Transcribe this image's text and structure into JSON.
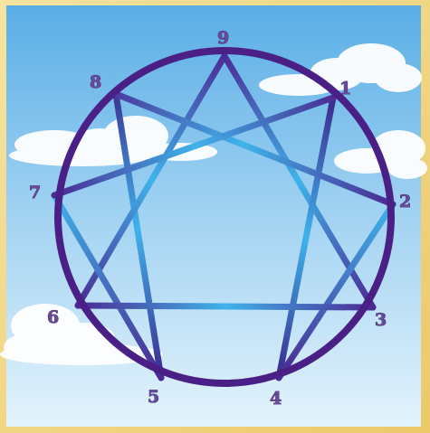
{
  "figure": {
    "points": [
      {
        "id": "1",
        "label": "1"
      },
      {
        "id": "2",
        "label": "2"
      },
      {
        "id": "3",
        "label": "3"
      },
      {
        "id": "4",
        "label": "4"
      },
      {
        "id": "5",
        "label": "5"
      },
      {
        "id": "6",
        "label": "6"
      },
      {
        "id": "7",
        "label": "7"
      },
      {
        "id": "8",
        "label": "8"
      },
      {
        "id": "9",
        "label": "9"
      }
    ]
  },
  "colors": {
    "circle": "#4a1f86",
    "line_dark": "#4b2a93",
    "line_light": "#3fb3ea",
    "sky_top": "#62b5e8",
    "sky_bottom": "#d8eefa",
    "frame": "#f2d887",
    "cloud": "#ffffff"
  }
}
